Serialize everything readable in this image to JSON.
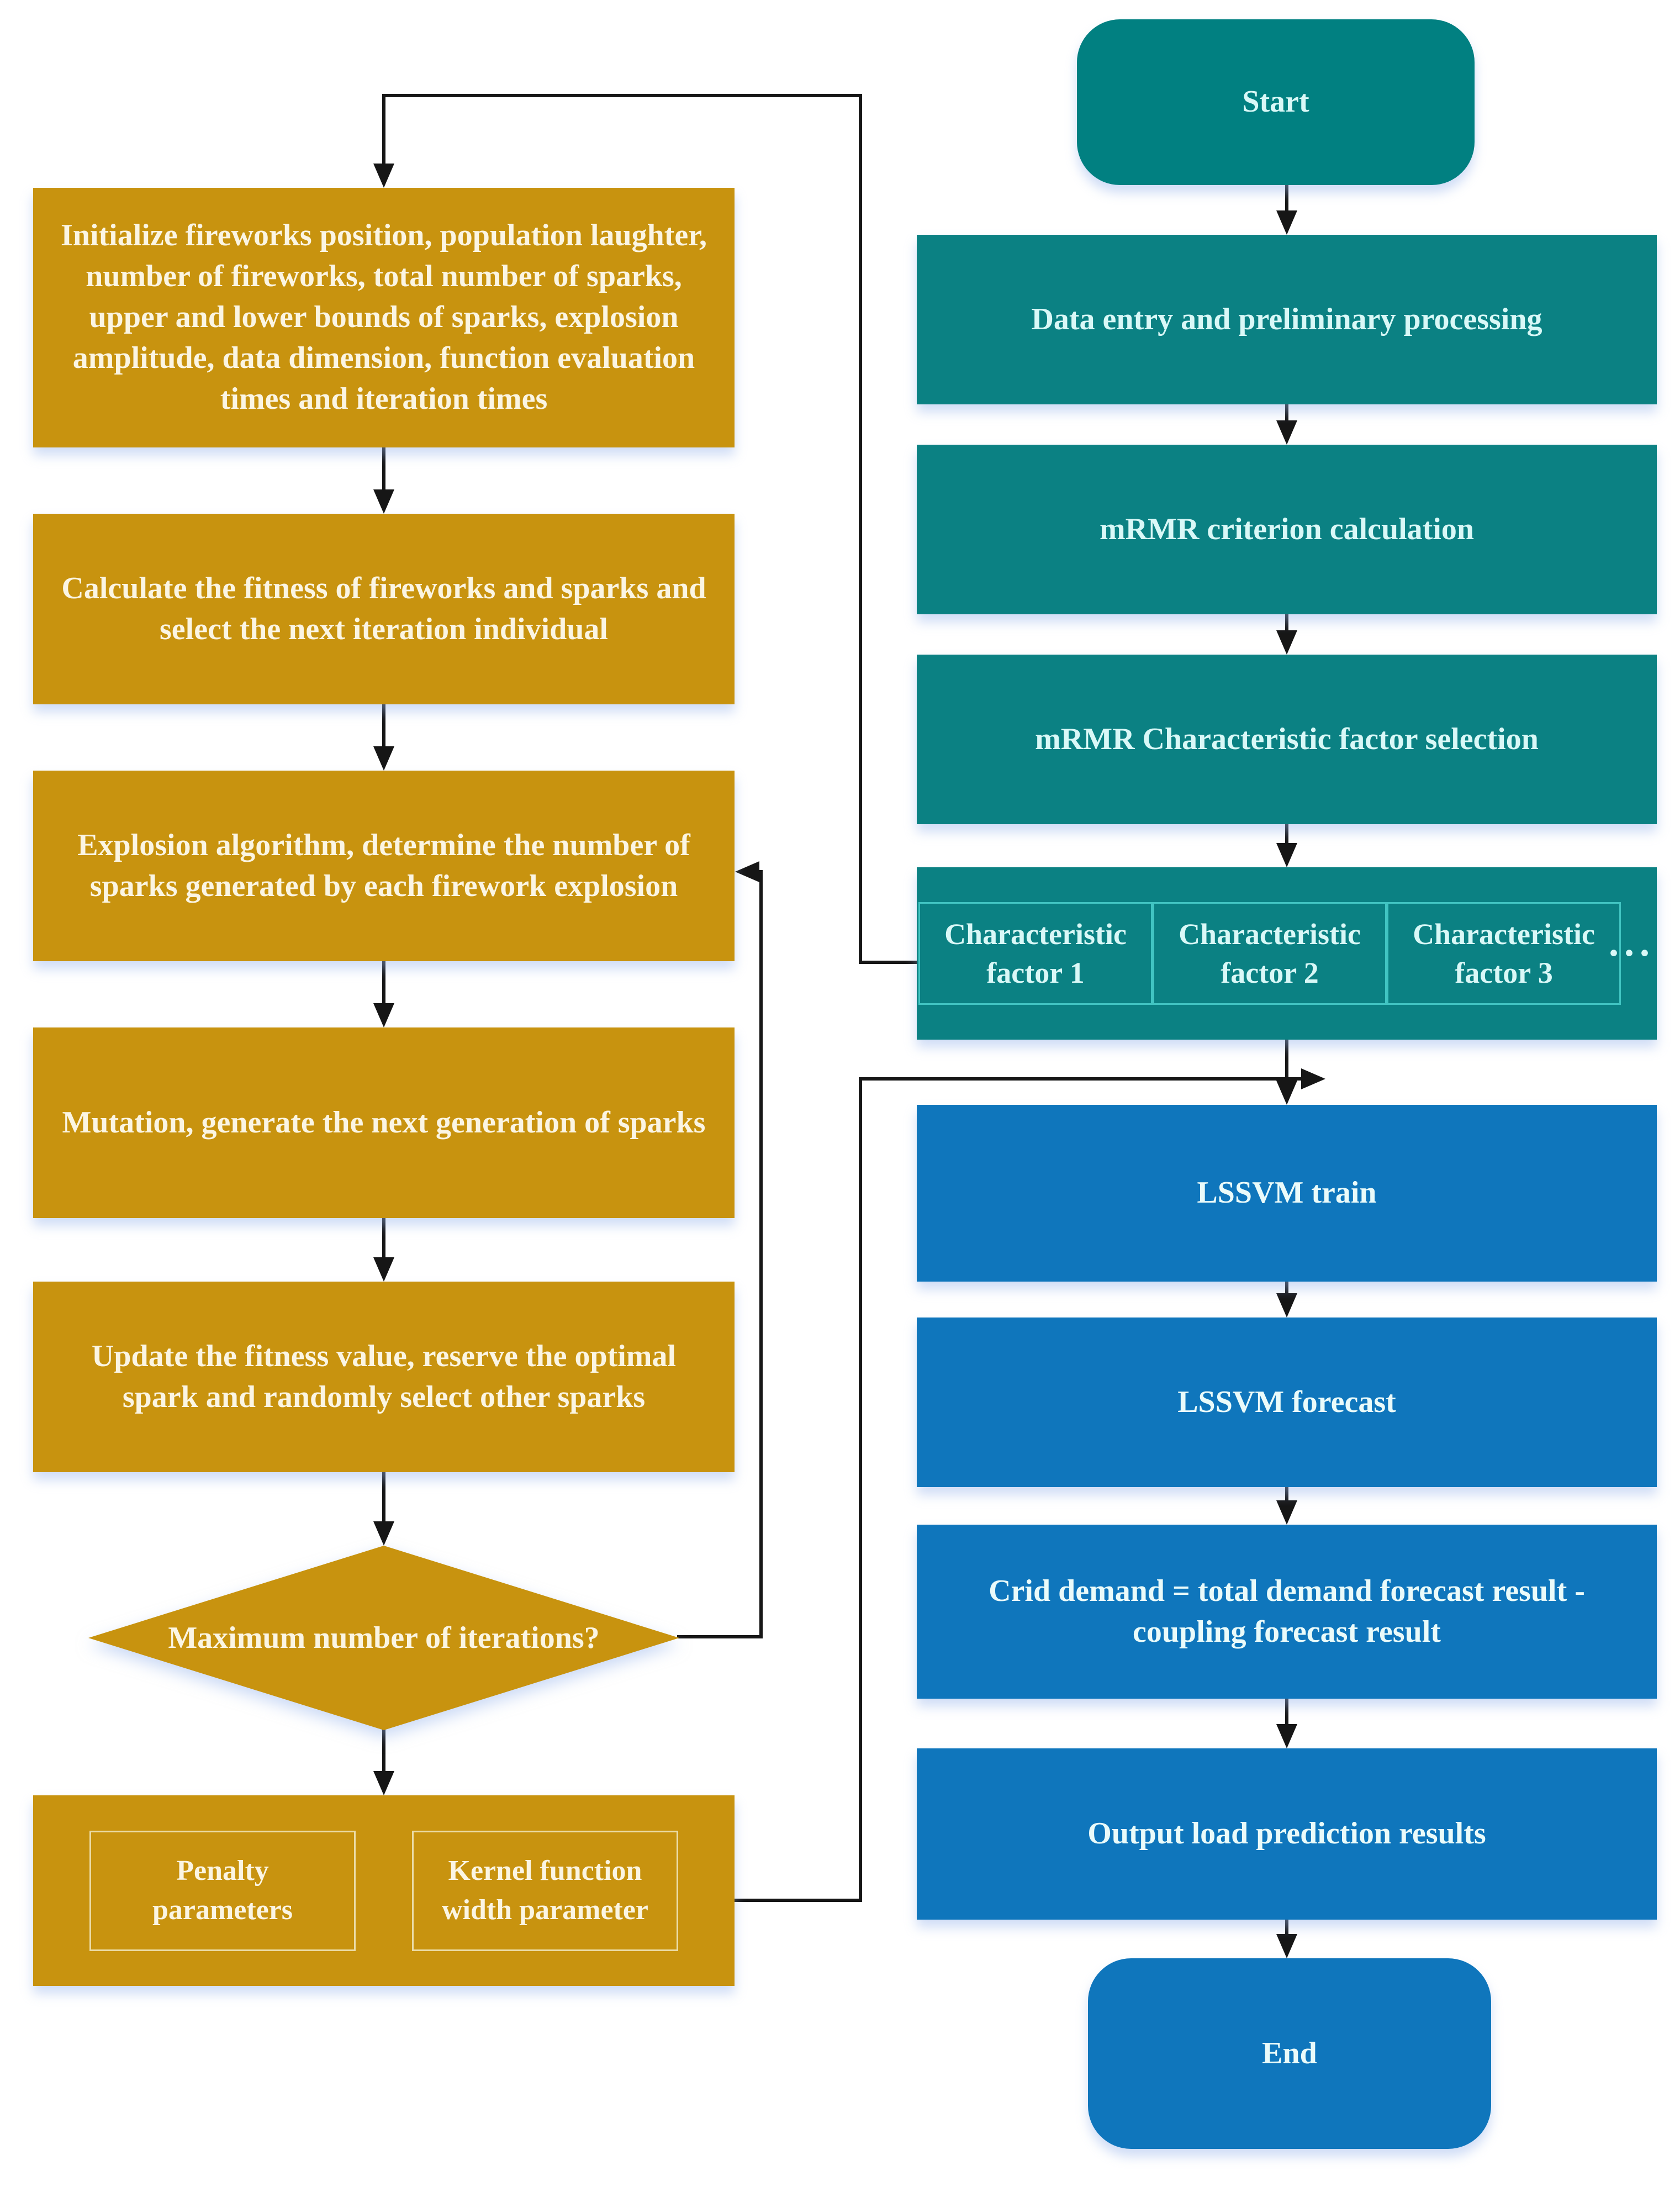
{
  "colors": {
    "gold": "#C8930F",
    "teal": "#0B8183",
    "start_teal": "#018081",
    "blue": "#0F76BC",
    "gold_text": "#FBF5E3",
    "teal_text": "#D9F8F7",
    "blue_text": "#EAFBFA",
    "line": "#161616",
    "inner_border_gold": "#EBDCA8",
    "inner_border_teal": "#41C4C2",
    "bg": "#FFFFFF"
  },
  "fwa": {
    "initialize": "Initialize fireworks position, population laughter, number of fireworks, total number of sparks, upper and lower bounds of sparks, explosion amplitude, data dimension, function evaluation times and iteration times",
    "fitness": "Calculate the fitness of fireworks and sparks and select the next iteration individual",
    "explosion": "Explosion algorithm, determine the number of sparks generated by each firework explosion",
    "mutation": "Mutation, generate the next generation of sparks",
    "update": "Update the fitness value, reserve the optimal spark and randomly select other sparks",
    "decision": "Maximum number of iterations?",
    "penalty_parameters": "Penalty parameters",
    "kernel_width": "Kernel function width parameter"
  },
  "main_flow": {
    "start": "Start",
    "data_entry": "Data entry and preliminary processing",
    "mrmr_criterion": "mRMR criterion calculation",
    "mrmr_selection": "mRMR Characteristic factor selection",
    "factors": [
      "Characteristic factor 1",
      "Characteristic factor 2",
      "Characteristic factor 3"
    ],
    "factors_ellipsis": "···",
    "lssvm_train": "LSSVM train",
    "lssvm_forecast": "LSSVM forecast",
    "grid_demand": "Crid demand = total demand forecast result - coupling forecast result",
    "output": "Output load prediction results",
    "end": "End"
  }
}
